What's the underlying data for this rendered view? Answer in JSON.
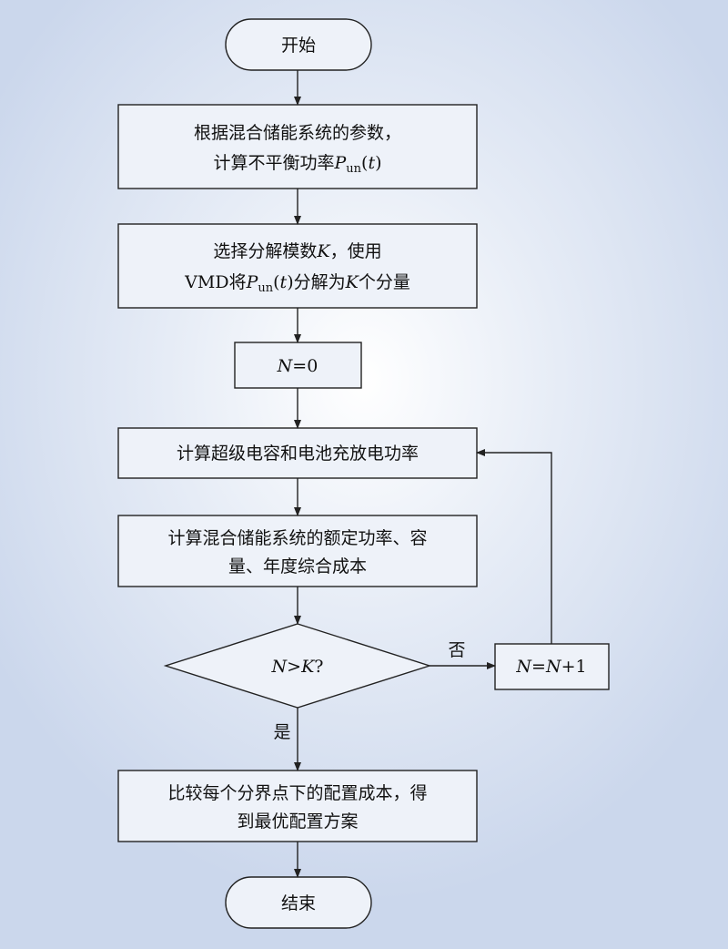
{
  "nodes": {
    "start": {
      "text": "开始"
    },
    "params": {
      "line1": "根据混合储能系统的参数，",
      "line2_prefix": "计算不平衡功率",
      "var_p": "P",
      "sub_un": "un",
      "paren_open": "(",
      "var_t": "t",
      "paren_close": ")"
    },
    "decompose": {
      "line1_prefix": "选择分解模数",
      "var_k": "K",
      "line1_suffix": "，使用",
      "line2_prefix": "VMD将",
      "var_p": "P",
      "sub_un": "un",
      "paren_open": "(",
      "var_t": "t",
      "paren_mid": ")分解为",
      "var_k2": "K",
      "line2_suffix": "个分量"
    },
    "init_n": {
      "var_n": "N",
      "rest": "=0"
    },
    "compute_power": {
      "text": "计算超级电容和电池充放电功率"
    },
    "compute_rating": {
      "line1": "计算混合储能系统的额定功率、容",
      "line2": "量、年度综合成本"
    },
    "decision": {
      "var_n": "N",
      "op": ">",
      "var_k": "K",
      "q": "?"
    },
    "increment": {
      "var_n1": "N",
      "eq": "=",
      "var_n2": "N",
      "rest": "+1"
    },
    "compare": {
      "line1": "比较每个分界点下的配置成本，得",
      "line2": "到最优配置方案"
    },
    "end": {
      "text": "结束"
    }
  },
  "edge_labels": {
    "no": "否",
    "yes": "是"
  }
}
